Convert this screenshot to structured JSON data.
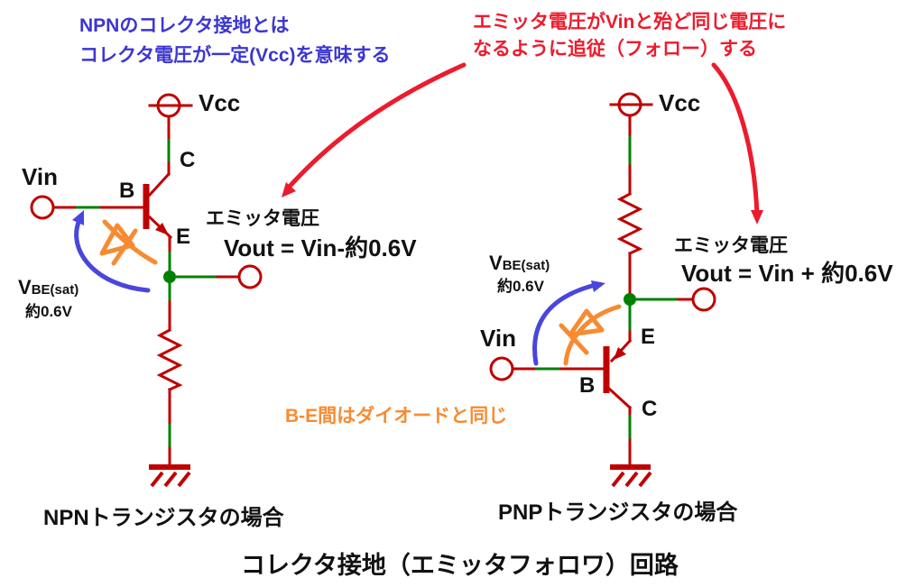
{
  "title": "コレクタ接地（エミッタフォロワ）回路",
  "notes": {
    "blue_line1": "NPNのコレクタ接地とは",
    "blue_line2": "コレクタ電圧が一定(Vcc)を意味する",
    "red_line1": "エミッタ電圧がVinと殆ど同じ電圧に",
    "red_line2": "なるように追従（フォロー）する",
    "orange": "B-E間はダイオードと同じ"
  },
  "npn": {
    "vin": "Vin",
    "vcc": "Vcc",
    "b": "B",
    "c": "C",
    "e": "E",
    "emitter_caption": "エミッタ電圧",
    "vout": "Vout = Vin-約0.6V",
    "vbe_main": "V",
    "vbe_sub": "BE(sat)",
    "vbe_value": "約0.6V",
    "caption": "NPNトランジスタの場合"
  },
  "pnp": {
    "vin": "Vin",
    "vcc": "Vcc",
    "b": "B",
    "c": "C",
    "e": "E",
    "emitter_caption": "エミッタ電圧",
    "vout": "Vout = Vin + 約0.6V",
    "vbe_main": "V",
    "vbe_sub": "BE(sat)",
    "vbe_value": "約0.6V",
    "caption": "PNPトランジスタの場合"
  },
  "colors": {
    "wire": "#c00000",
    "node": "#008000",
    "blue": "#3b36d1",
    "red": "#ec1b2d",
    "orange": "#f78b32",
    "black": "#111111"
  }
}
